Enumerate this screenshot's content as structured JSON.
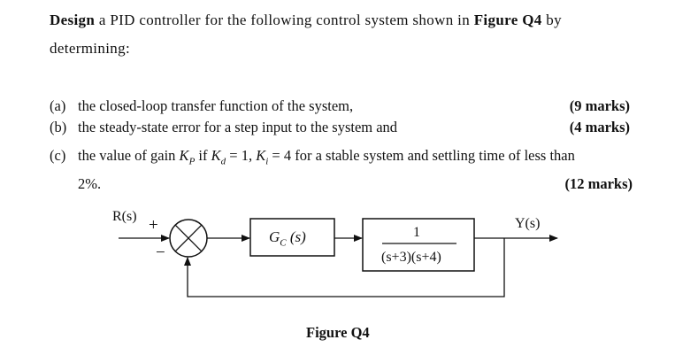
{
  "question": {
    "intro_bold_1": "Design",
    "intro_text_1": " a PID controller for the following control system shown in ",
    "intro_bold_2": "Figure Q4",
    "intro_text_2": " by",
    "intro_line2": "determining:"
  },
  "parts": [
    {
      "label": "(a)",
      "text": "the closed-loop transfer function of the system,",
      "marks": "(9 marks)"
    },
    {
      "label": "(b)",
      "text": "the steady-state error for a step input to the system and",
      "marks": "(4 marks)"
    },
    {
      "label": "(c)",
      "text_pre": "the value of gain ",
      "kp": "K",
      "kp_sub": "P",
      "text_mid1": " if ",
      "kd": "K",
      "kd_sub": "d",
      "text_mid2": " = 1, ",
      "ki": "K",
      "ki_sub": "i",
      "text_post": " = 4 for a stable system and settling time of less than",
      "line2": "2%.",
      "marks": "(12 marks)"
    }
  ],
  "diagram": {
    "input_label": "R(s)",
    "output_label": "Y(s)",
    "plus_sign": "+",
    "minus_sign": "−",
    "controller": "G",
    "controller_sub": "C",
    "controller_arg": " (s)",
    "plant_numerator": "1",
    "plant_denominator": "(s+3)(s+4)",
    "caption": "Figure Q4"
  }
}
